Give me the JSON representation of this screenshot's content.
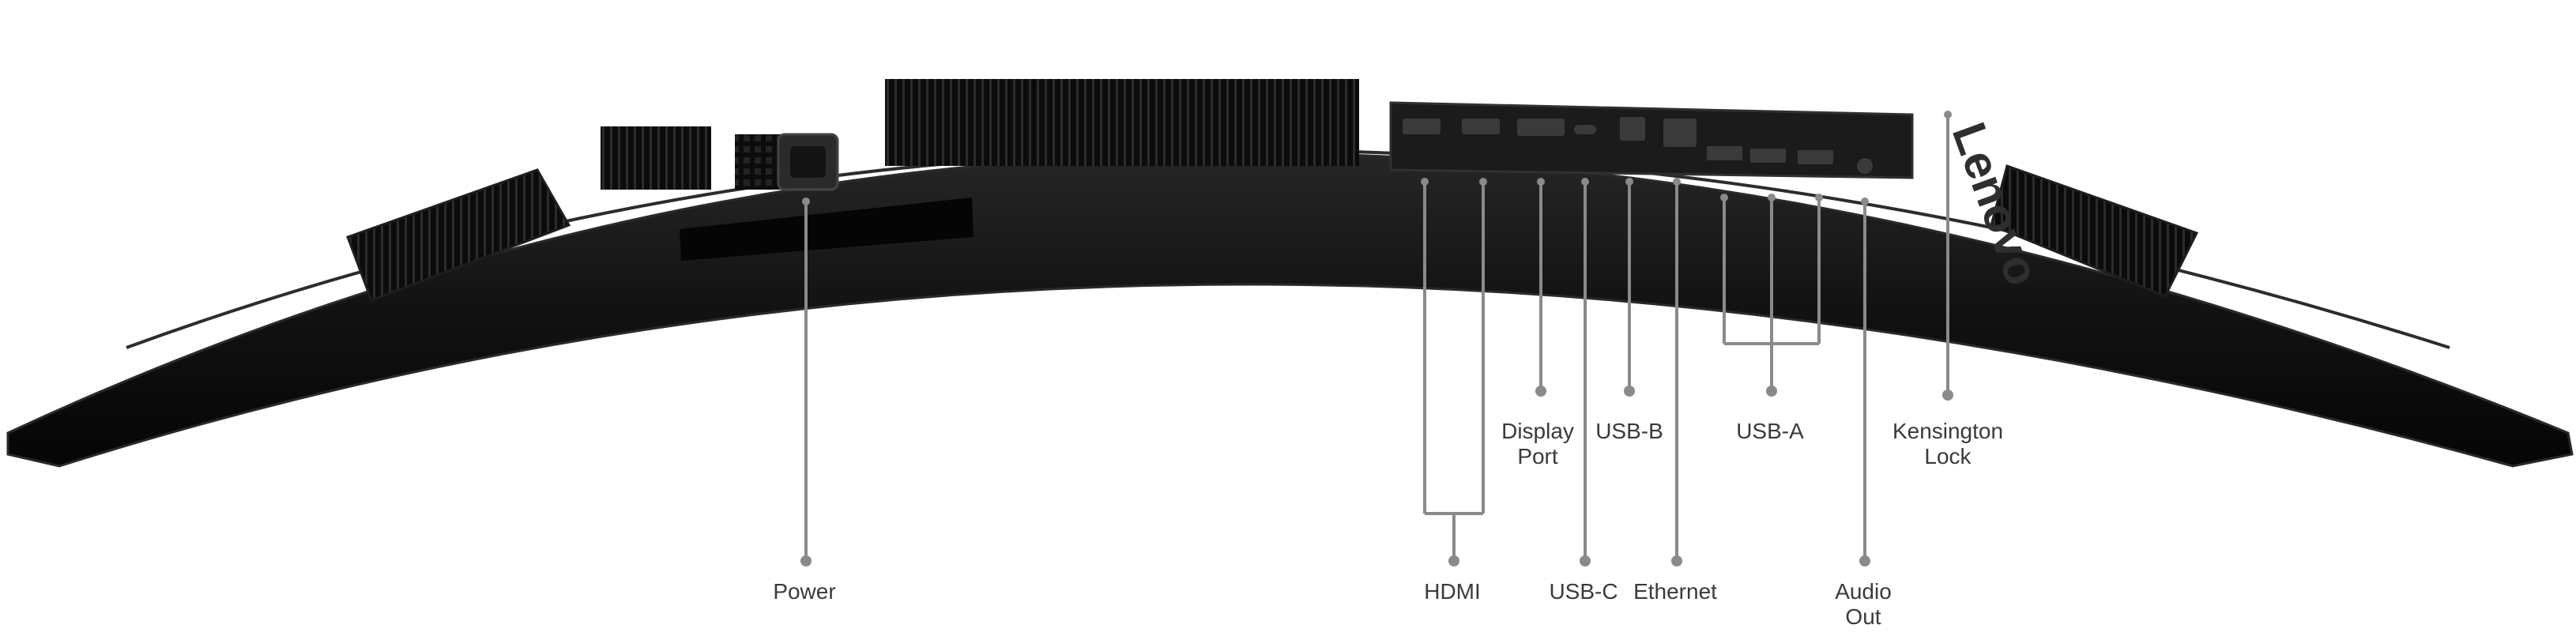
{
  "image": {
    "subject": "Curved monitor underside with labelled ports",
    "body_color": "#141414",
    "edge_color": "#2a2a2a",
    "callout_color": "#8a8a8a",
    "label_color": "#3a3a3a",
    "background": "#ffffff"
  },
  "labels": {
    "power": "Power",
    "hdmi": "HDMI",
    "display_port": "Display\nPort",
    "usb_c": "USB-C",
    "usb_b": "USB-B",
    "ethernet": "Ethernet",
    "usb_a": "USB-A",
    "audio_out": "Audio\nOut",
    "kensington_lock": "Kensington\nLock"
  },
  "brand_mark": "Lenovo"
}
